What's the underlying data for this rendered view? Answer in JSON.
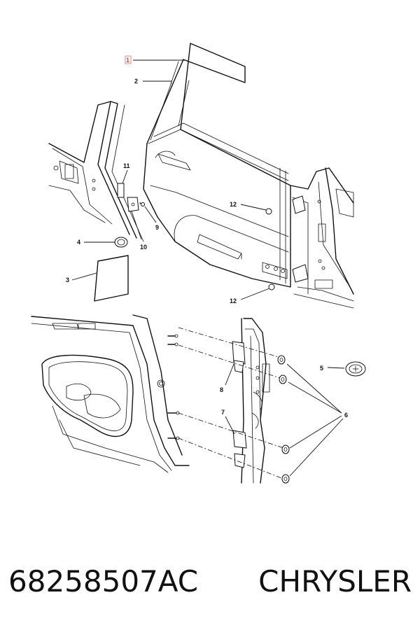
{
  "diagram": {
    "callouts": {
      "c1": "1",
      "c2": "2",
      "c3": "3",
      "c4": "4",
      "c5": "5",
      "c6": "6",
      "c7": "7",
      "c8": "8",
      "c9": "9",
      "c10": "10",
      "c11": "11",
      "c12a": "12",
      "c12b": "12"
    },
    "highlight_color": "#d04040"
  },
  "caption": {
    "part_number": "68258507AC",
    "brand": "CHRYSLER"
  }
}
